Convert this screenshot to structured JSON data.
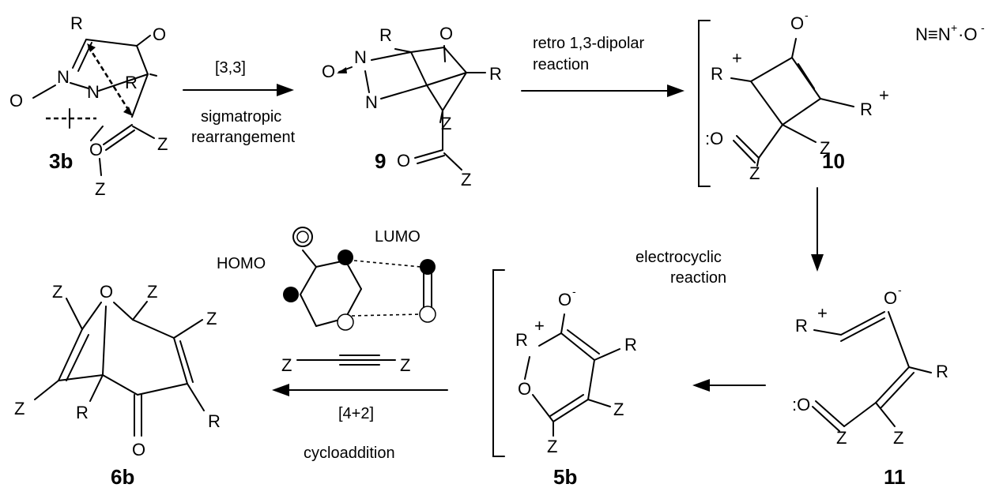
{
  "compounds": {
    "c3b": "3b",
    "c9": "9",
    "c10": "10",
    "c11": "11",
    "c5b": "5b",
    "c6b": "6b"
  },
  "steps": {
    "step1_top": "[3,3]",
    "step1_bottom_1": "sigmatropic",
    "step1_bottom_2": "rearrangement",
    "step2_line1": "retro 1,3-dipolar",
    "step2_line2": "reaction",
    "step3_line1": "electrocyclic",
    "step3_line2": "reaction",
    "step5_top": "[4+2]",
    "step5_bottom": "cycloaddition"
  },
  "orbitals": {
    "homo": "HOMO",
    "lumo": "LUMO"
  },
  "atoms": {
    "R": "R",
    "Z": "Z",
    "O": "O",
    "N": "N",
    "plus": "+",
    "minus": "-",
    "colon_O": ":O",
    "nitrous_oxide": "N≡N",
    "dot_O": "·O",
    "plus_sign": "+"
  }
}
